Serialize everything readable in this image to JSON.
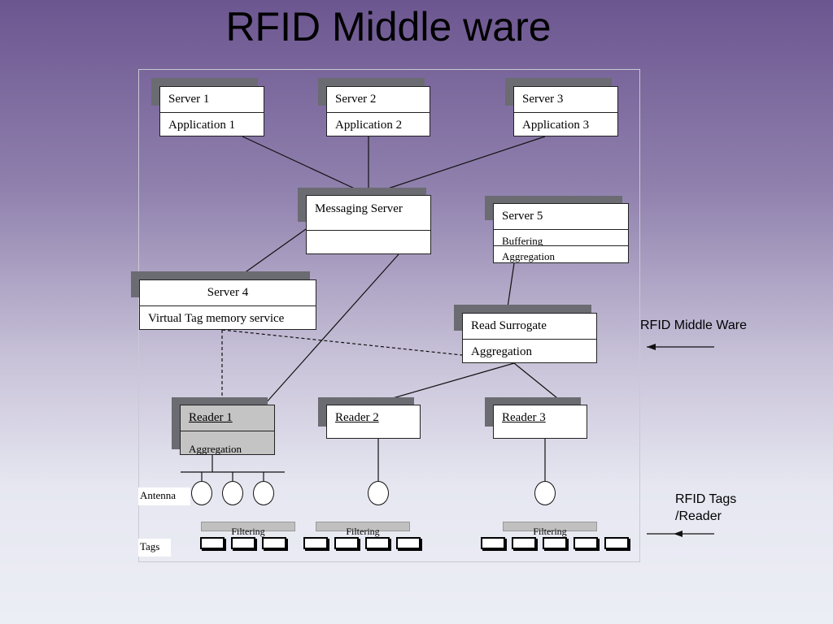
{
  "title": "RFID Middle ware",
  "servers": {
    "s1": {
      "name": "Server 1",
      "app": "Application 1"
    },
    "s2": {
      "name": "Server 2",
      "app": "Application 2"
    },
    "s3": {
      "name": "Server 3",
      "app": "Application 3"
    },
    "messaging": {
      "name": "Messaging Server"
    },
    "s5": {
      "name": "Server 5",
      "line2": "Buffering",
      "line3": "Aggregation"
    },
    "s4": {
      "name": "Server 4",
      "service": "Virtual Tag memory service"
    },
    "surrogate": {
      "name": "Read Surrogate",
      "line2": "Aggregation"
    }
  },
  "readers": {
    "r1": {
      "name": "Reader 1",
      "line2": "Aggregation"
    },
    "r2": {
      "name": "Reader 2"
    },
    "r3": {
      "name": "Reader 3"
    }
  },
  "labels": {
    "antenna": "Antenna",
    "tags": "Tags",
    "filtering": "Filtering",
    "middleware": "RFID Middle Ware",
    "tags_reader_1": "RFID Tags",
    "tags_reader_2": "/Reader"
  }
}
